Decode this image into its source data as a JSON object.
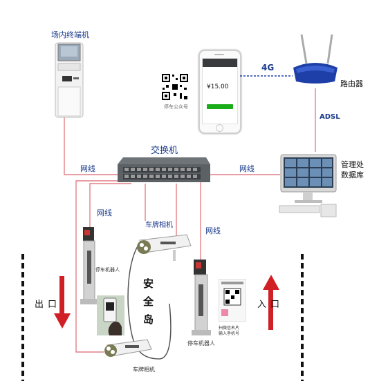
{
  "labels": {
    "terminal": "场内终端机",
    "router": "路由器",
    "net_4g": "4G",
    "adsl": "ADSL",
    "switch": "交换机",
    "net_left": "网线",
    "net_right": "网线",
    "net_lower": "网线",
    "net_mid": "网线",
    "mgmt_line1": "管理处",
    "mgmt_line2": "数据库",
    "camera_top": "车牌相机",
    "camera_bottom": "车牌相机",
    "robot_left": "停车机器人",
    "robot_right": "停车机器人",
    "safety_island": [
      "安",
      "全",
      "岛"
    ],
    "exit": "出口",
    "entrance": "入口",
    "qr_caption": "停车公众号",
    "pay_amount": "¥15.00",
    "scan_caption_1": "扫微信名片",
    "scan_caption_2": "输入手机号"
  },
  "colors": {
    "net_line": "#e07f86",
    "arrow_red": "#d01f25",
    "label_blue": "#1a3a8a",
    "router_blue": "#1f3fa8"
  }
}
